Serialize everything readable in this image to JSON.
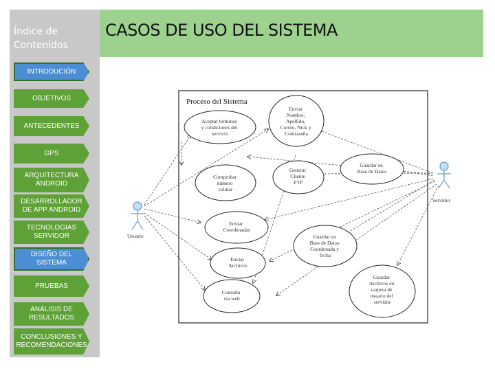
{
  "sidebar": {
    "title_line1": "Índice de",
    "title_line2": "Contenidos",
    "items": [
      {
        "label": "INTRODUCIÓN",
        "active": true
      },
      {
        "label": "OBJETIVOS",
        "active": false
      },
      {
        "label": "ANTECEDENTES",
        "active": false
      },
      {
        "label": "GPS",
        "active": false
      },
      {
        "label": "ARQUITECTURA ANDROID",
        "active": false
      },
      {
        "label": "DESARROLLADOR DE APP ANDROID",
        "active": false
      },
      {
        "label": "TECNOLOGIAS SERVIDOR",
        "active": false
      },
      {
        "label": "DISEÑO DEL SISTEMA",
        "active": true
      },
      {
        "label": "PRUEBAS",
        "active": false
      },
      {
        "label": "ANÁLISIS DE RESULTADOS",
        "active": false
      },
      {
        "label": "CONCLUSIONES Y RECOMENDACIONES",
        "active": false
      }
    ]
  },
  "header": {
    "title": "CASOS DE USO DEL SISTEMA"
  },
  "diagram": {
    "system_title": "Proceso del Sistema",
    "actors": {
      "user": "Usuario",
      "server": "Servidor"
    },
    "use_cases": {
      "accept_terms": [
        "Aceptar términos",
        "y condiciones del",
        "servicio"
      ],
      "send_data": [
        "Enviar",
        "Nombre,",
        "Apellido,",
        "Correo, Nick y",
        "Contraseña"
      ],
      "verify_phone": [
        "Comprobar",
        "número",
        "celular"
      ],
      "generate_ftp": [
        "Generar",
        "Cliente",
        "FTP"
      ],
      "save_db": [
        "Guardar en",
        "Base de Datos"
      ],
      "send_coords": [
        "Enviar",
        "Coordenadas"
      ],
      "save_coords": [
        "Guardar en",
        "Base de Datos",
        "Coordenada y",
        "fecha"
      ],
      "send_files": [
        "Enviar",
        "Archivos"
      ],
      "web_query": [
        "Consulta",
        "vía web"
      ],
      "save_files": [
        "Guardar",
        "Archivos en",
        "carpeta de",
        "usuario del",
        "servidor"
      ]
    }
  },
  "colors": {
    "sidebar_bg": "#c8c8c8",
    "nav_green": "#5ea136",
    "nav_active_blue": "#4b8ed3",
    "banner_green": "#9dd18e"
  }
}
